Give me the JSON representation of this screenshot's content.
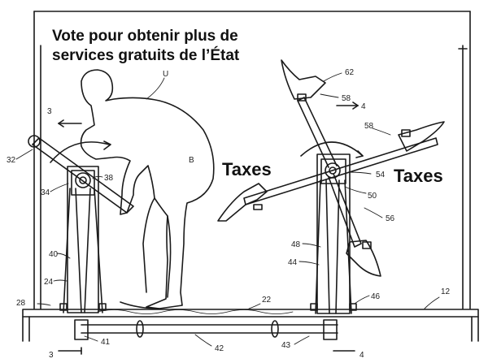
{
  "caption": {
    "line1": "Vote pour obtenir plus de",
    "line2": "services gratuits de l’État"
  },
  "labels": {
    "taxes_left": "Taxes",
    "taxes_right": "Taxes"
  },
  "reference_numbers": {
    "r3a": "3",
    "r3b": "3",
    "r4a": "4",
    "r4b": "4",
    "r32": "32",
    "r34": "34",
    "r38": "38",
    "r40": "40",
    "r24": "24",
    "r28": "28",
    "r41": "41",
    "r42": "42",
    "r43": "43",
    "r22": "22",
    "r12": "12",
    "r46": "46",
    "r44": "44",
    "r48": "48",
    "r56": "56",
    "r50": "50",
    "r54": "54",
    "r58a": "58",
    "r58b": "58",
    "r62": "62",
    "rU": "U",
    "rB": "B"
  },
  "colors": {
    "line": "#1a1a1a",
    "background": "#ffffff"
  }
}
